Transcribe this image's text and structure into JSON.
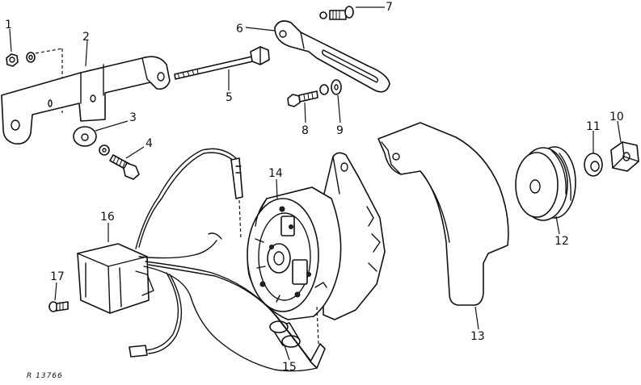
{
  "callouts": {
    "c1": "1",
    "c2": "2",
    "c3": "3",
    "c4": "4",
    "c5": "5",
    "c6": "6",
    "c7": "7",
    "c8": "8",
    "c9": "9",
    "c10": "10",
    "c11": "11",
    "c12": "12",
    "c13": "13",
    "c14": "14",
    "c15": "15",
    "c16": "16",
    "c17": "17"
  },
  "reference_code": "R 13766"
}
